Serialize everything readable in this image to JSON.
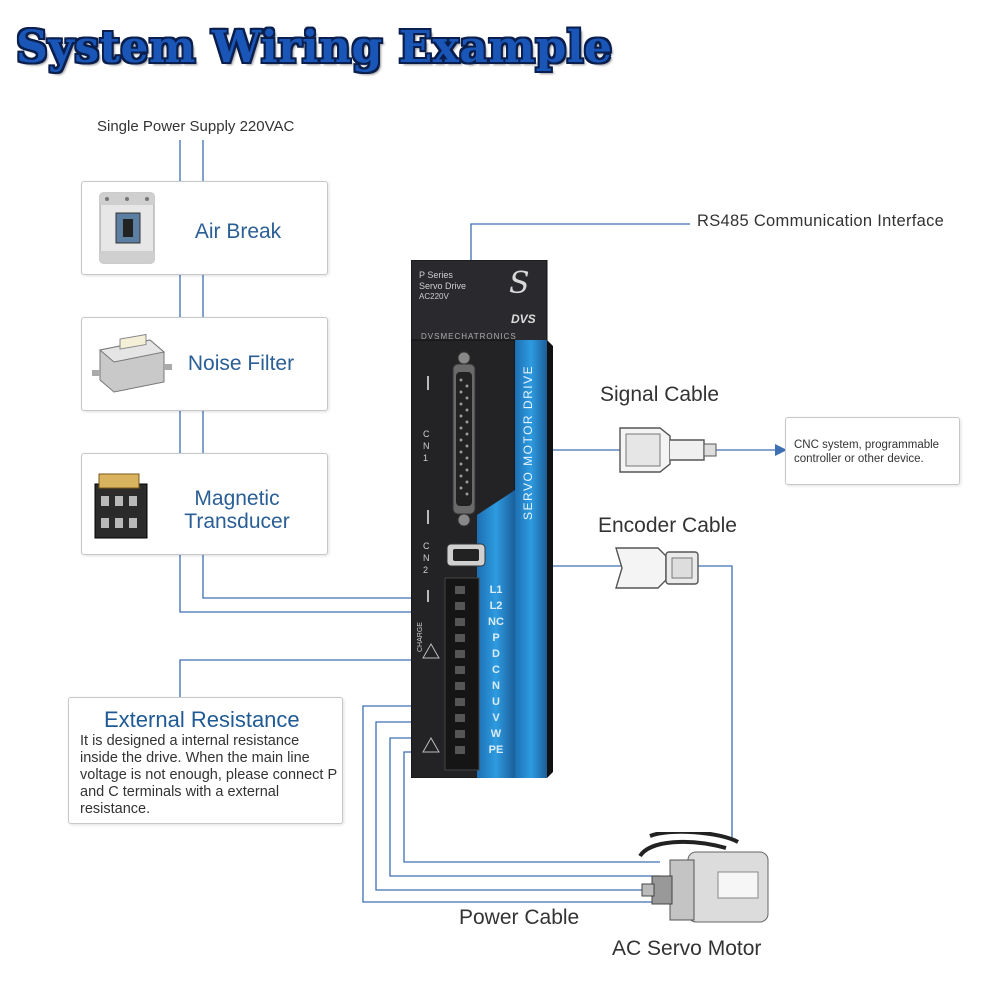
{
  "title": "System Wiring Example",
  "power_supply_label": "Single Power Supply 220VAC",
  "components": {
    "air_break": "Air Break",
    "noise_filter": "Noise Filter",
    "magnetic_line1": "Magnetic",
    "magnetic_line2": "Transducer"
  },
  "rs485_label": "RS485 Communication Interface",
  "signal_cable_label": "Signal Cable",
  "encoder_cable_label": "Encoder Cable",
  "cnc_box": {
    "line1": "CNC system, programmable",
    "line2": "controller or other device."
  },
  "external_resistance": {
    "title": "External Resistance",
    "body": "It is designed a internal resistance inside the drive. When the main line voltage is not enough, please connect P and C terminals with a external resistance."
  },
  "power_cable_label": "Power Cable",
  "motor_label": "AC Servo Motor",
  "drive": {
    "series": "P Series",
    "type": "Servo Drive",
    "voltage": "AC220V",
    "logo_letter": "S",
    "brand_mark": "DVS",
    "brand": "DVSMECHATRONICS",
    "side_text": "SERVO MOTOR DRIVE",
    "cn1": "CN1",
    "cn2": "CN2",
    "charge": "CHARGE",
    "terminals": [
      "L1",
      "L2",
      "NC",
      "P",
      "D",
      "C",
      "N",
      "U",
      "V",
      "W",
      "PE"
    ]
  },
  "colors": {
    "wire": "#3d6fb2",
    "accent": "#2b8fd0",
    "title": "#1a56b8"
  }
}
